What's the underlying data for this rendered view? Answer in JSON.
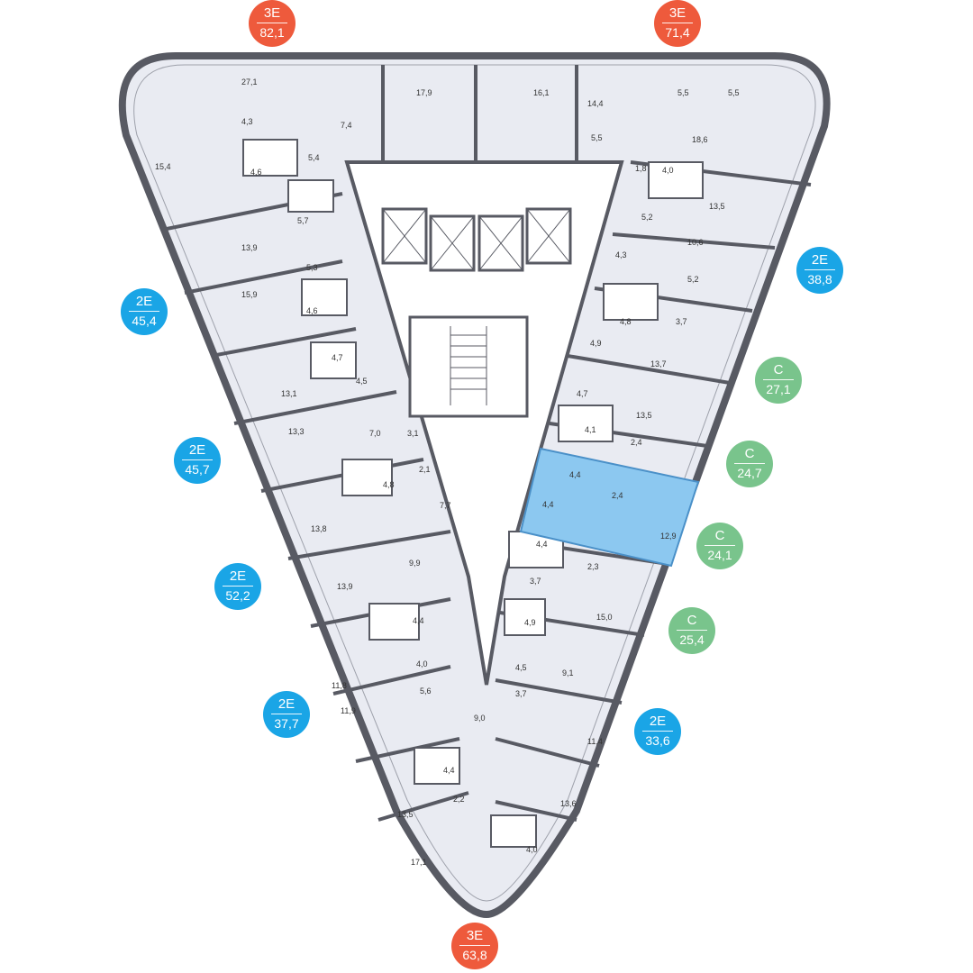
{
  "colors": {
    "three_room": "#ee5a3c",
    "two_room": "#1aa5e6",
    "studio": "#79c48c",
    "selected": "#8cc8f0",
    "floor": "#e9ebf2",
    "wall": "#585a63"
  },
  "badges": [
    {
      "type": "3E",
      "area": "82,1",
      "color": "red"
    },
    {
      "type": "3E",
      "area": "71,4",
      "color": "red"
    },
    {
      "type": "2E",
      "area": "38,8",
      "color": "blue"
    },
    {
      "type": "C",
      "area": "27,1",
      "color": "green"
    },
    {
      "type": "C",
      "area": "24,7",
      "color": "green"
    },
    {
      "type": "C",
      "area": "24,1",
      "color": "green"
    },
    {
      "type": "C",
      "area": "25,4",
      "color": "green"
    },
    {
      "type": "2E",
      "area": "33,6",
      "color": "blue"
    },
    {
      "type": "3E",
      "area": "63,8",
      "color": "red"
    },
    {
      "type": "2E",
      "area": "37,7",
      "color": "blue"
    },
    {
      "type": "2E",
      "area": "52,2",
      "color": "blue"
    },
    {
      "type": "2E",
      "area": "45,7",
      "color": "blue"
    },
    {
      "type": "2E",
      "area": "45,4",
      "color": "blue"
    }
  ],
  "room_areas": [
    "27,1",
    "4,3",
    "7,4",
    "17,9",
    "16,1",
    "14,4",
    "5,5",
    "5,5",
    "5,5",
    "18,6",
    "15,4",
    "4,6",
    "5,4",
    "1,8",
    "4,0",
    "13,5",
    "5,7",
    "5,2",
    "10,6",
    "13,9",
    "4,3",
    "5,3",
    "5,2",
    "15,9",
    "4,6",
    "4,8",
    "3,7",
    "4,7",
    "4,9",
    "13,7",
    "4,5",
    "13,1",
    "4,7",
    "13,5",
    "7,0",
    "3,1",
    "4,1",
    "2,4",
    "13,3",
    "4,8",
    "2,1",
    "4,4",
    "2,4",
    "7,7",
    "4,4",
    "13,8",
    "4,4",
    "12,9",
    "9,9",
    "2,3",
    "3,7",
    "13,9",
    "4,9",
    "15,0",
    "4,4",
    "4,0",
    "4,5",
    "9,1",
    "11,8",
    "5,6",
    "3,7",
    "11,9",
    "9,0",
    "11,4",
    "4,4",
    "2,2",
    "13,6",
    "13,5",
    "4,0",
    "17,1"
  ]
}
